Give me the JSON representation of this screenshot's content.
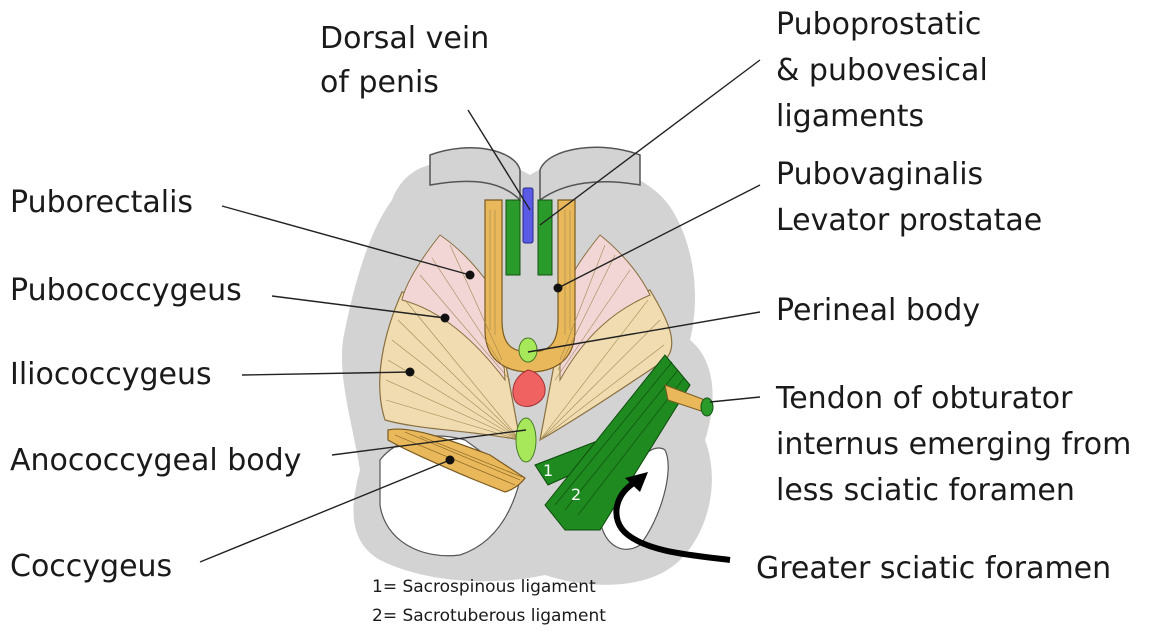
{
  "labels": {
    "dorsal_vein": [
      "Dorsal vein",
      "of penis"
    ],
    "puboprostatic": [
      "Puboprostatic",
      "& pubovesical",
      "ligaments"
    ],
    "puborectalis": "Puborectalis",
    "pubovaginalis": [
      "Pubovaginalis",
      "Levator prostatae"
    ],
    "pubococcygeus": "Pubococcygeus",
    "perineal_body": "Perineal body",
    "iliococcygeus": "Iliococcygeus",
    "tendon_obturator": [
      "Tendon of obturator",
      "internus emerging from",
      "less sciatic foramen"
    ],
    "anococcygeal_body": "Anococcygeal body",
    "coccygeus": "Coccygeus",
    "greater_sciatic": "Greater sciatic foramen"
  },
  "markers": {
    "sacrospinous": "1",
    "sacrotuberous": "2"
  },
  "legend": [
    "1= Sacrospinous ligament",
    "2= Sacrotuberous ligament"
  ],
  "colors": {
    "bone": "#d3d3d3",
    "muscle_tan": "#f0dcb0",
    "muscle_pink": "#f2d6d6",
    "muscle_orange": "#e8b85a",
    "ligament_green": "#1f8a1f",
    "perineal_green": "#a6e85a",
    "vein_blue": "#5a5ae6",
    "rectum_red": "#f06262"
  }
}
